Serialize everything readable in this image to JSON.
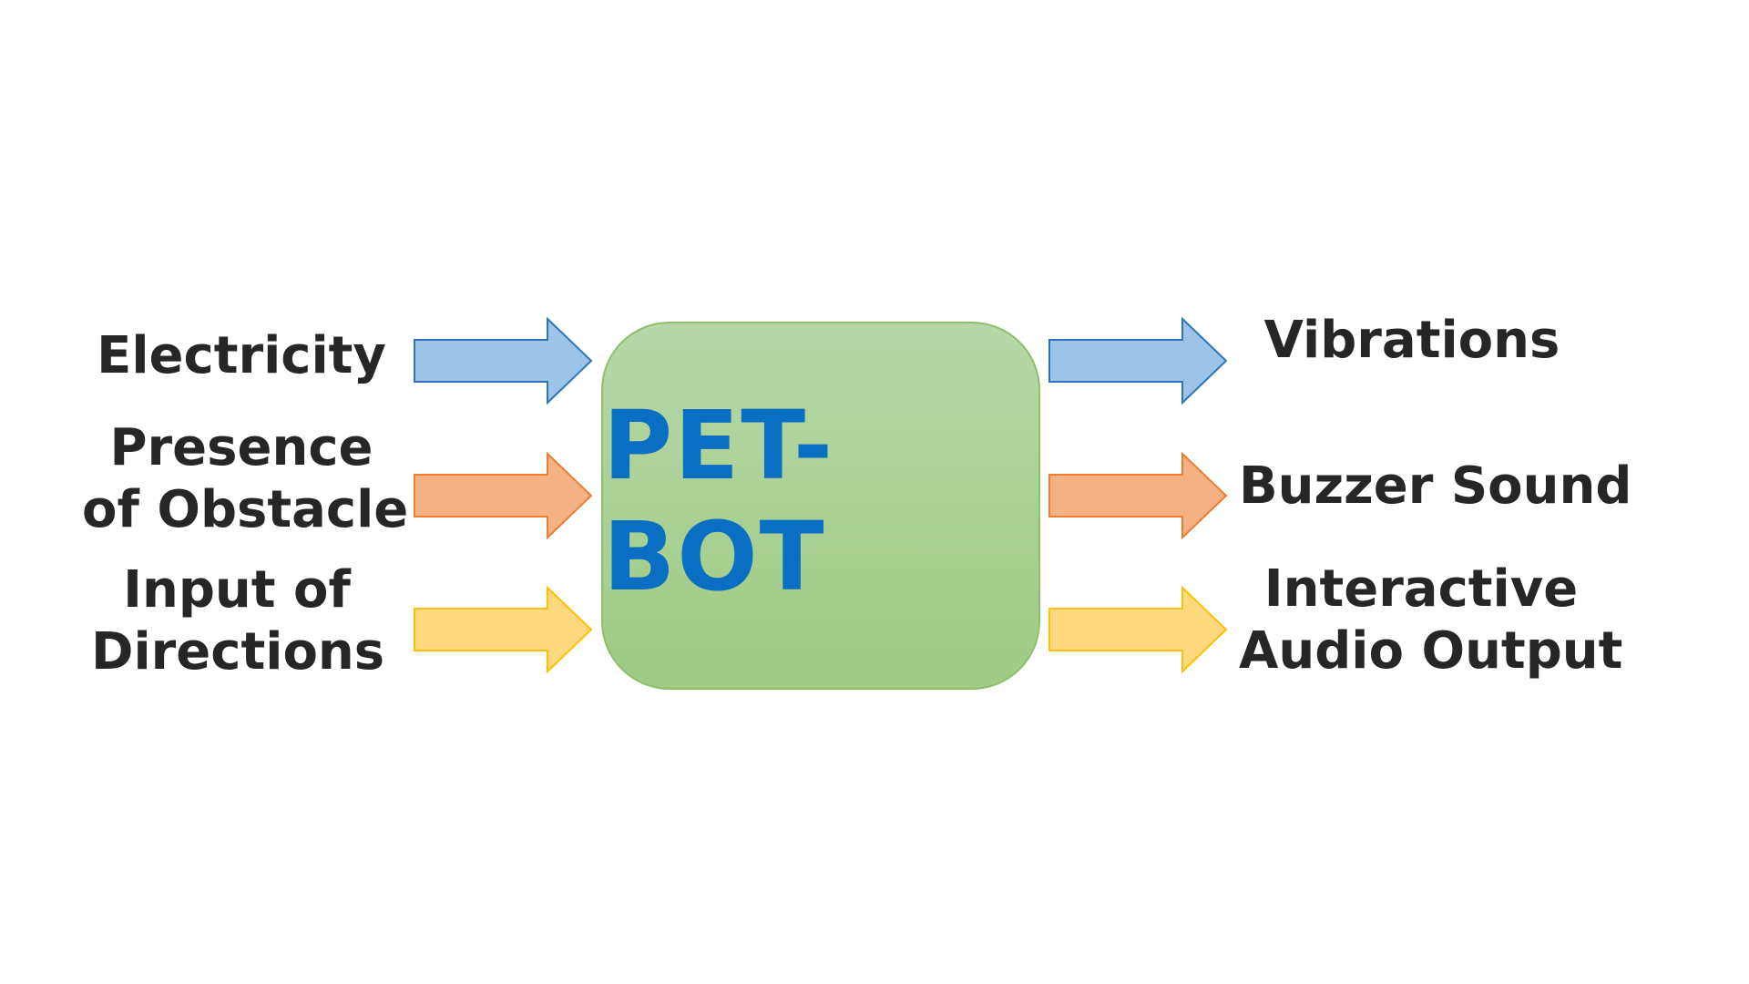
{
  "center": {
    "title": "PET-BOT"
  },
  "inputs": [
    {
      "lines": [
        "Electricity"
      ],
      "arrow_fill": "#9dc3e6",
      "arrow_stroke": "#2e75b6"
    },
    {
      "lines": [
        "Presence",
        "of Obstacle"
      ],
      "arrow_fill": "#f4b183",
      "arrow_stroke": "#ed7d31"
    },
    {
      "lines": [
        "Input of",
        "Directions"
      ],
      "arrow_fill": "#ffd980",
      "arrow_stroke": "#ffc000"
    }
  ],
  "outputs": [
    {
      "lines": [
        "Vibrations"
      ],
      "arrow_fill": "#9dc3e6",
      "arrow_stroke": "#2e75b6"
    },
    {
      "lines": [
        "Buzzer Sound"
      ],
      "arrow_fill": "#f4b183",
      "arrow_stroke": "#ed7d31"
    },
    {
      "lines": [
        "Interactive",
        "Audio Output"
      ],
      "arrow_fill": "#ffd980",
      "arrow_stroke": "#ffc000"
    }
  ]
}
